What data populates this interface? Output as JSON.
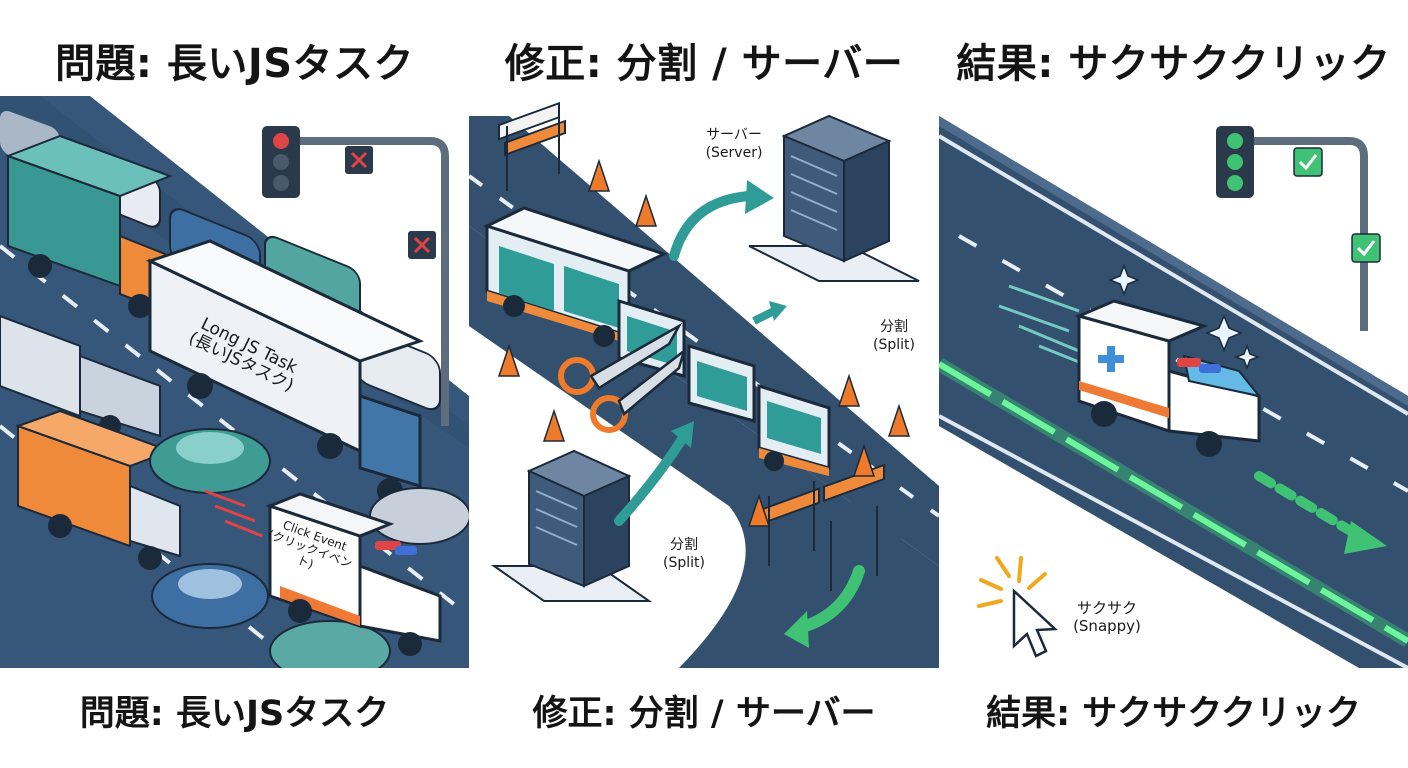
{
  "panels": [
    {
      "title": "問題: 長いJSタスク",
      "caption": "問題: 長いJSタスク",
      "truck_label_en": "Long JS Task",
      "truck_label_ja": "(長いJSタスク)",
      "ambulance_label_en": "Click Event",
      "ambulance_label_ja": "(クリックイベント)",
      "signal_status": "red"
    },
    {
      "title": "修正: 分割 / サーバー",
      "caption": "修正: 分割 / サーバー",
      "server_label_ja": "サーバー",
      "server_label_en": "(Server)",
      "split_label_ja": "分割",
      "split_label_en": "(Split)",
      "split2_label_ja": "分割",
      "split2_label_en": "(Split)"
    },
    {
      "title": "結果: サクサククリック",
      "caption": "結果: サクサククリック",
      "snappy_label_ja": "サクサク",
      "snappy_label_en": "(Snappy)",
      "signal_status": "green"
    }
  ],
  "colors": {
    "road": "#2f4f6e",
    "teal": "#2f9c97",
    "orange": "#ef8a3a",
    "green_glow": "#3fe27a",
    "red_light": "#e04545"
  }
}
